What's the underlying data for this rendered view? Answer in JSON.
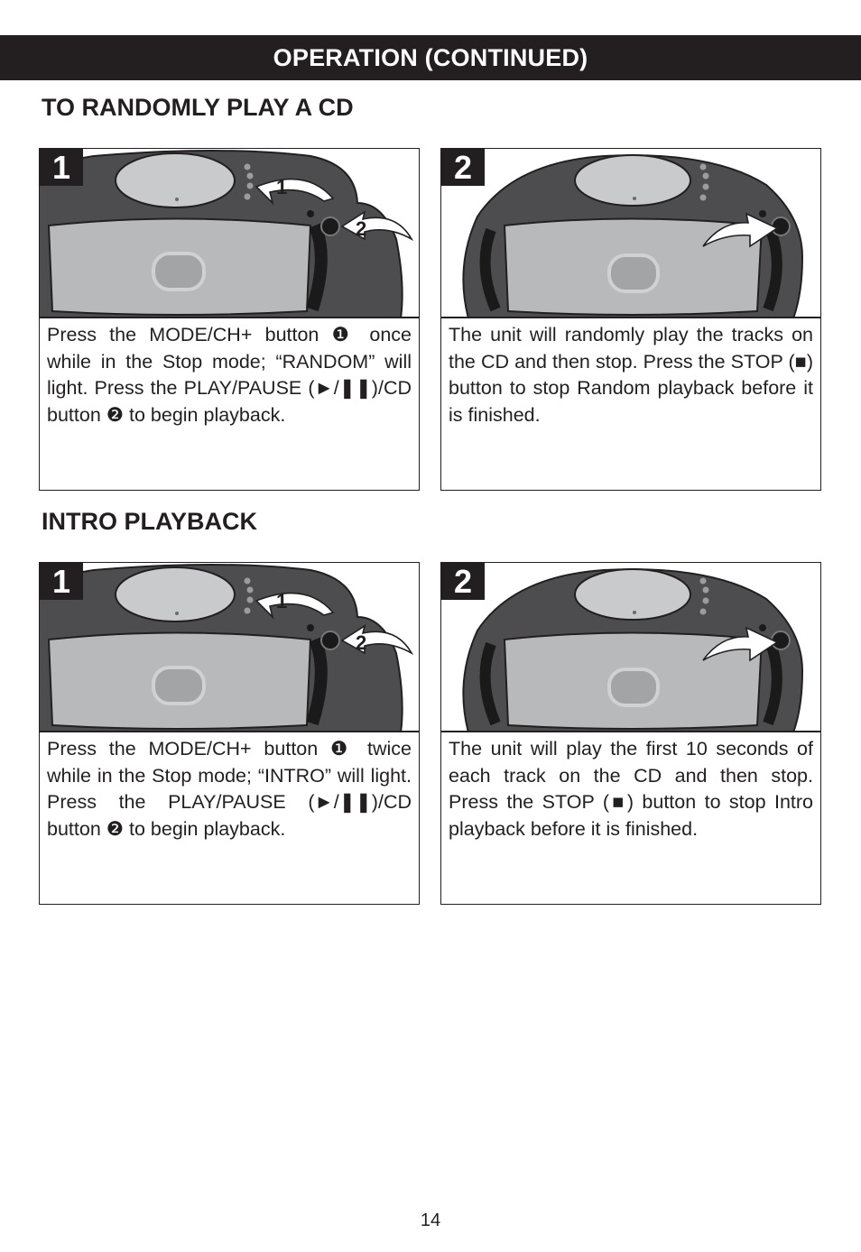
{
  "header": {
    "title": "OPERATION (CONTINUED)"
  },
  "sections": [
    {
      "title": "TO RANDOMLY PLAY A CD",
      "steps": [
        {
          "number": "1",
          "callouts": [
            "1",
            "2"
          ],
          "text": "Press the MODE/CH+ button ❶ once while in the Stop mode; “RANDOM” will light. Press the PLAY/PAUSE (►/❚❚)/CD button ❷ to begin playback."
        },
        {
          "number": "2",
          "text": "The unit will randomly play the tracks on the CD and then stop. Press the STOP (■) button to stop Random playback before it is finished."
        }
      ]
    },
    {
      "title": "INTRO PLAYBACK",
      "steps": [
        {
          "number": "1",
          "callouts": [
            "1",
            "2"
          ],
          "text": "Press the MODE/CH+ button ❶ twice while in the Stop mode; “INTRO” will light. Press the PLAY/PAUSE (►/❚❚)/CD button ❷ to begin playback."
        },
        {
          "number": "2",
          "text": "The unit will play the first 10 seconds of each track on the CD and then stop. Press the STOP (■) button to stop Intro playback before it is finished."
        }
      ]
    }
  ],
  "page_number": "14"
}
